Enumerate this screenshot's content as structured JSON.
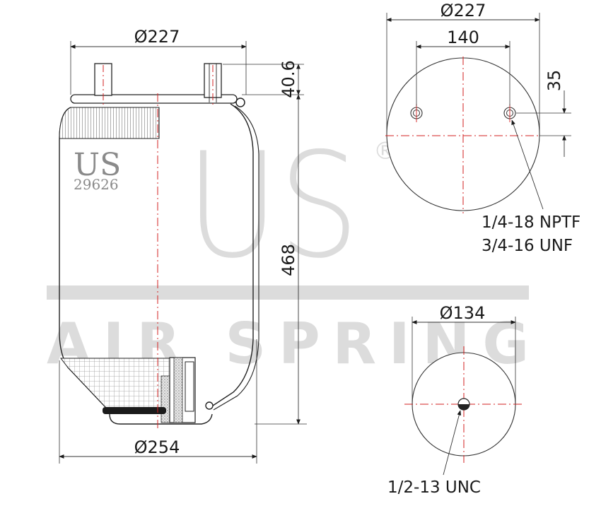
{
  "watermark": {
    "letters": "US",
    "registered": "®",
    "tagline": "AIR SPRING"
  },
  "side_view": {
    "brand": "US",
    "part_number": "29626",
    "top_diameter": "Ø227",
    "stud_height": "40.6",
    "overall_height": "468",
    "bottom_diameter": "Ø254"
  },
  "top_view": {
    "plate_diameter": "Ø227",
    "stud_spacing": "140",
    "stud_offset": "35",
    "thread_1": "1/4-18 NPTF",
    "thread_2": "3/4-16 UNF"
  },
  "bottom_view": {
    "piston_diameter": "Ø134",
    "thread": "1/2-13 UNC"
  }
}
